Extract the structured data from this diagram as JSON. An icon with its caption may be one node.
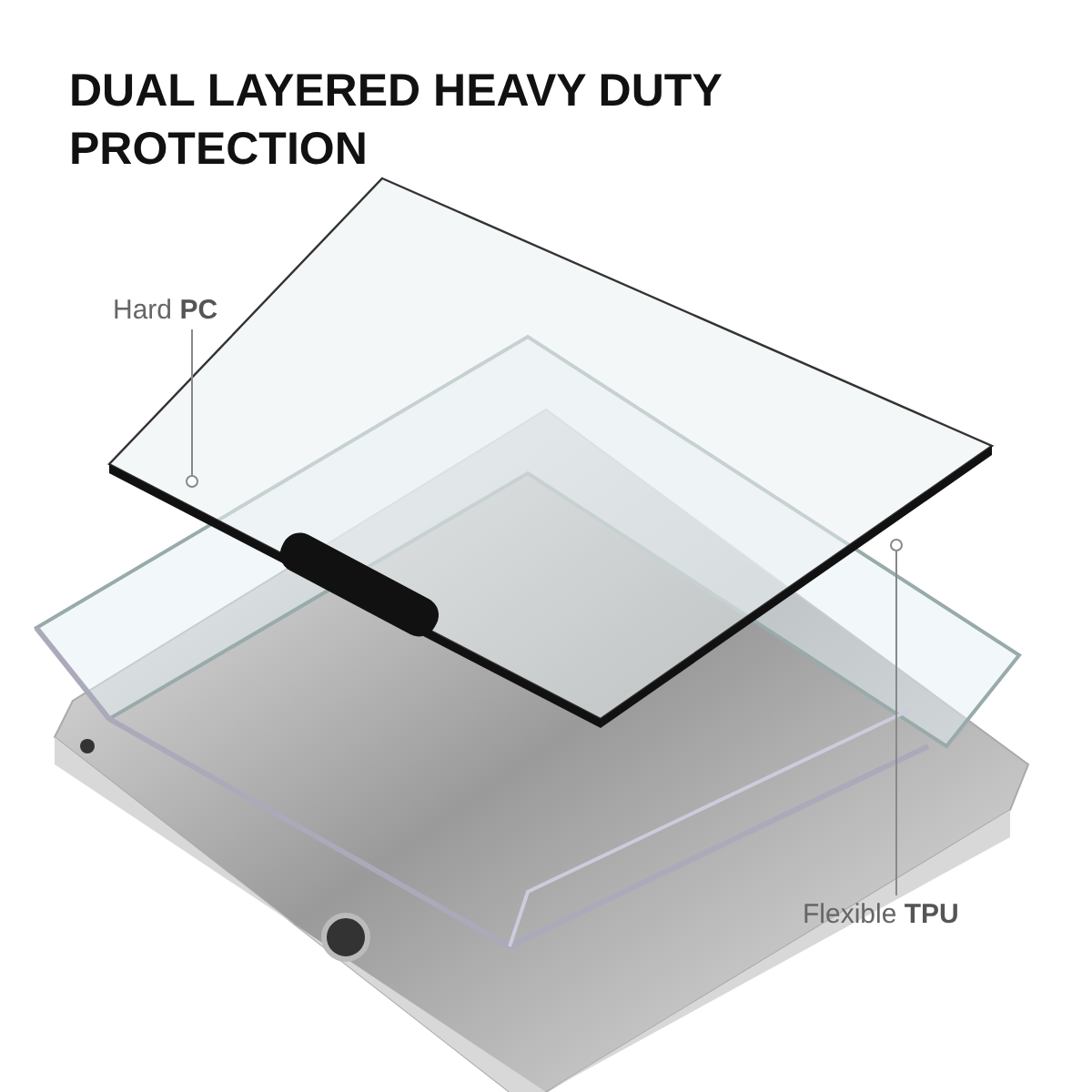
{
  "diagram": {
    "title": "DUAL LAYERED HEAVY DUTY PROTECTION",
    "nodes": [
      {
        "text": [
          "Hard **PC**"
        ]
      },
      {
        "text": [],
        "shape": "circle"
      },
      {
        "text": [
          "Flexible **TPU**"
        ]
      },
      {
        "text": [],
        "shape": "circle"
      }
    ],
    "edges": [
      {
        "from": 0,
        "to": 1,
        "arrow": "none"
      },
      {
        "from": 2,
        "to": 3,
        "arrow": "none"
      }
    ]
  }
}
